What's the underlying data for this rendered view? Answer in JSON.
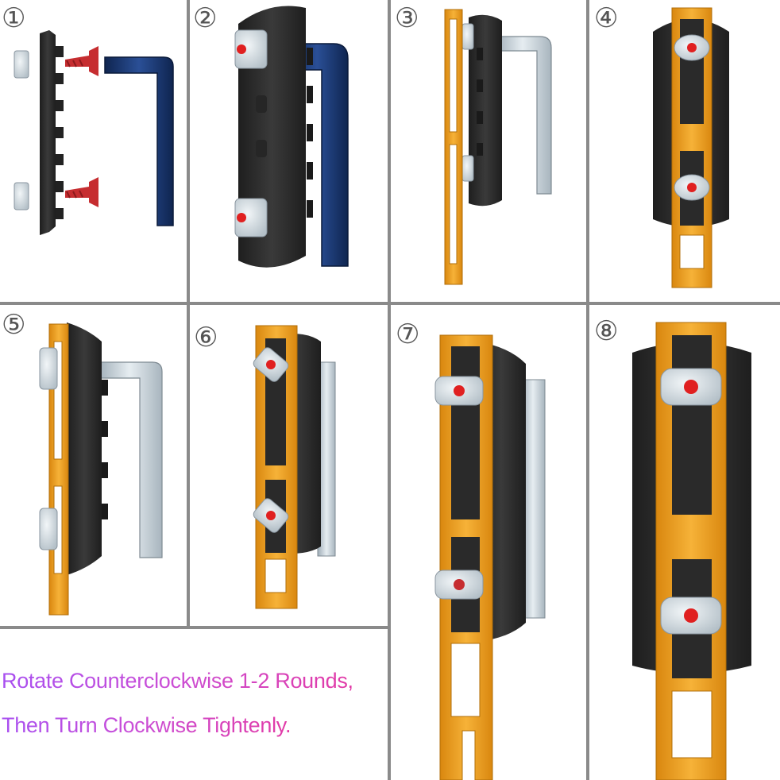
{
  "steps": [
    {
      "number": "①"
    },
    {
      "number": "②"
    },
    {
      "number": "③"
    },
    {
      "number": "④"
    },
    {
      "number": "⑤"
    },
    {
      "number": "⑥"
    },
    {
      "number": "⑦"
    },
    {
      "number": "⑧"
    }
  ],
  "instructions": {
    "line1": "Rotate Counterclockwise 1-2 Rounds,",
    "line2": "Then Turn Clockwise Tightenly."
  },
  "colors": {
    "rail": "#2b2b2b",
    "clamp": "#f0a020",
    "wrench_step1_2": "#1c3a78",
    "wrench_step3_8": "#c8d4dc",
    "nut": "#d6dde2",
    "screw": "#c62d30",
    "dot": "#e02020",
    "divider": "#8a8a8a",
    "text_start": "#a84ff0",
    "text_end": "#e23aa6"
  },
  "icons": [
    "hex-wrench-icon",
    "screw-icon",
    "t-nut-icon",
    "rail-section-icon",
    "clamp-plate-icon"
  ]
}
